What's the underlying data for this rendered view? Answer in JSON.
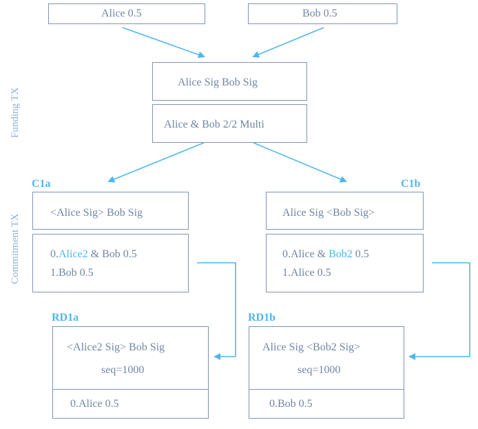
{
  "colors": {
    "box_border": "#7f93b3",
    "text": "#6f86a6",
    "accent": "#4fb6ec",
    "side_label": "#8fb0d8"
  },
  "side_labels": {
    "funding": "Funding TX",
    "commitment": "Commitment TX"
  },
  "inputs": {
    "alice": "Alice 0.5",
    "bob": "Bob 0.5"
  },
  "funding": {
    "sigs": "Alice Sig Bob Sig",
    "output": "Alice & Bob 2/2 Multi"
  },
  "c1a": {
    "label": "C1a",
    "sigs": "<Alice Sig> Bob Sig",
    "out0_prefix": "0.",
    "out0_highlight": "Alice2",
    "out0_suffix": " & Bob 0.5",
    "out1": "1.Bob 0.5"
  },
  "c1b": {
    "label": "C1b",
    "sigs": "Alice Sig <Bob Sig>",
    "out0_prefix": "0.Alice & ",
    "out0_highlight": "Bob2",
    "out0_suffix": " 0.5",
    "out1": "1.Alice 0.5"
  },
  "rd1a": {
    "label": "RD1a",
    "sigs": "<Alice2 Sig> Bob Sig",
    "seq": "seq=1000",
    "output": "0.Alice 0.5"
  },
  "rd1b": {
    "label": "RD1b",
    "sigs": "Alice Sig <Bob2 Sig>",
    "seq": "seq=1000",
    "output": "0.Bob 0.5"
  }
}
